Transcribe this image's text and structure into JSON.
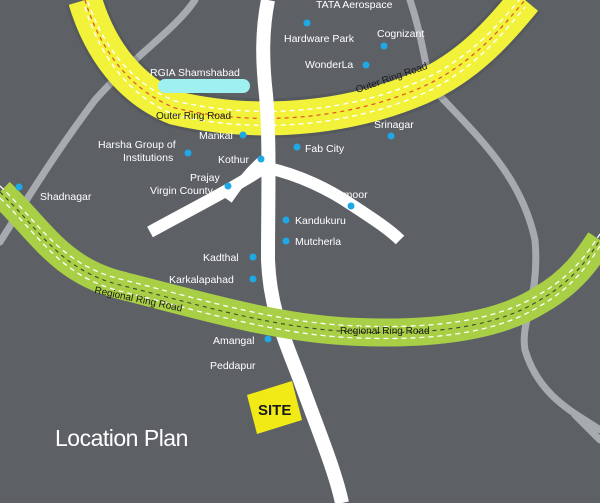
{
  "title": "Location Plan",
  "site_label": "SITE",
  "airport_label": "RGIA Shamshabad",
  "roads": {
    "outer_ring_road": "Outer Ring Road",
    "regional_ring_road": "Regional Ring Road"
  },
  "places": [
    {
      "id": "tata-aerospace",
      "name": "TATA Aerospace"
    },
    {
      "id": "hardware-park",
      "name": "Hardware Park"
    },
    {
      "id": "cognizant",
      "name": "Cognizant"
    },
    {
      "id": "wonderla",
      "name": "WonderLa"
    },
    {
      "id": "srinagar",
      "name": "Srinagar"
    },
    {
      "id": "mankal",
      "name": "Mankal"
    },
    {
      "id": "harsha-1",
      "name": "Harsha Group of"
    },
    {
      "id": "harsha-2",
      "name": "Institutions"
    },
    {
      "id": "fab-city",
      "name": "Fab City"
    },
    {
      "id": "kothur",
      "name": "Kothur"
    },
    {
      "id": "prajay-1",
      "name": "Prajay"
    },
    {
      "id": "prajay-2",
      "name": "Virgin County"
    },
    {
      "id": "lemoor",
      "name": "Lemoor"
    },
    {
      "id": "shadnagar",
      "name": "Shadnagar"
    },
    {
      "id": "kandukuru",
      "name": "Kandukuru"
    },
    {
      "id": "mutcherla",
      "name": "Mutcherla"
    },
    {
      "id": "kadthal",
      "name": "Kadthal"
    },
    {
      "id": "karkalapahad",
      "name": "Karkalapahad"
    },
    {
      "id": "amangal",
      "name": "Amangal"
    },
    {
      "id": "peddapur",
      "name": "Peddapur"
    }
  ],
  "colors": {
    "background": "#5d6166",
    "outer_ring_road": "#f2f23a",
    "regional_ring_road": "#a8cf45",
    "minor_road": "#a7aaae",
    "main_road": "#ffffff",
    "place_dot": "#1fa7e6",
    "airport": "#9ff0f0",
    "site": "#f2ea16"
  }
}
